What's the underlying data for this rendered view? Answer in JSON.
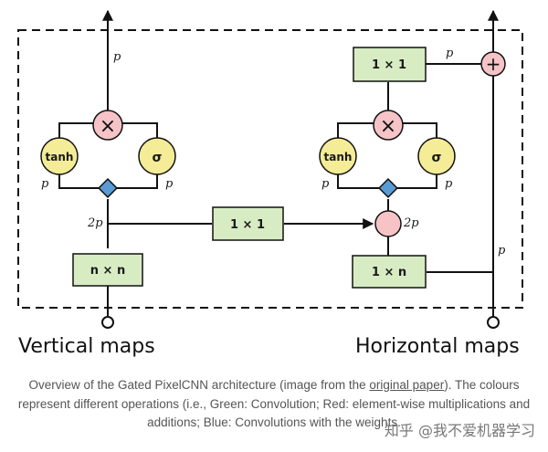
{
  "diagram": {
    "ops": {
      "v_conv": "n × n",
      "v_to_h": "1 × 1",
      "h_conv": "1 × n",
      "h_out": "1 × 1",
      "tanh": "tanh",
      "sigma": "σ",
      "times": "×",
      "plus": "+"
    },
    "edge_labels": {
      "p": "p",
      "two_p": "2p"
    },
    "inputs": {
      "vertical": "Vertical maps",
      "horizontal": "Horizontal maps"
    },
    "colors": {
      "conv": "#d8ecc4",
      "mult": "#f6c3c6",
      "gate": "#f4ec96",
      "split": "#5b9bd5"
    }
  },
  "caption": {
    "before": "Overview of the Gated PixelCNN architecture (image from the ",
    "link": "original paper",
    "after": "). The colours represent different operations (i.e., Green: Convolution; Red: element-wise multiplications and additions; Blue: Convolutions with the weights."
  },
  "watermark": "知乎 @我不爱机器学习"
}
